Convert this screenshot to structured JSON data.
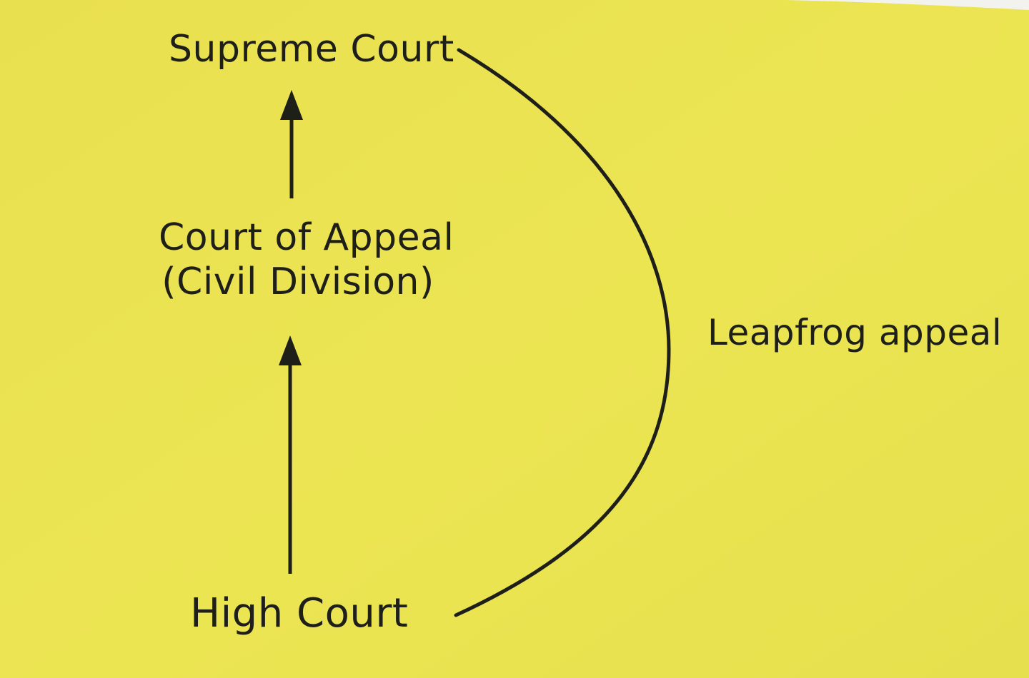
{
  "diagram": {
    "nodes": {
      "supreme_court": "Supreme Court",
      "court_of_appeal_line1": "Court of Appeal",
      "court_of_appeal_line2": "(Civil Division)",
      "high_court": "High Court"
    },
    "edges": [
      {
        "from": "High Court",
        "to": "Court of Appeal (Civil Division)",
        "style": "arrow"
      },
      {
        "from": "Court of Appeal (Civil Division)",
        "to": "Supreme Court",
        "style": "arrow"
      },
      {
        "from": "High Court",
        "to": "Supreme Court",
        "style": "curve"
      }
    ],
    "leapfrog_label": "Leapfrog appeal"
  },
  "colors": {
    "background": "#ece552",
    "ink": "#1f1f1a"
  }
}
